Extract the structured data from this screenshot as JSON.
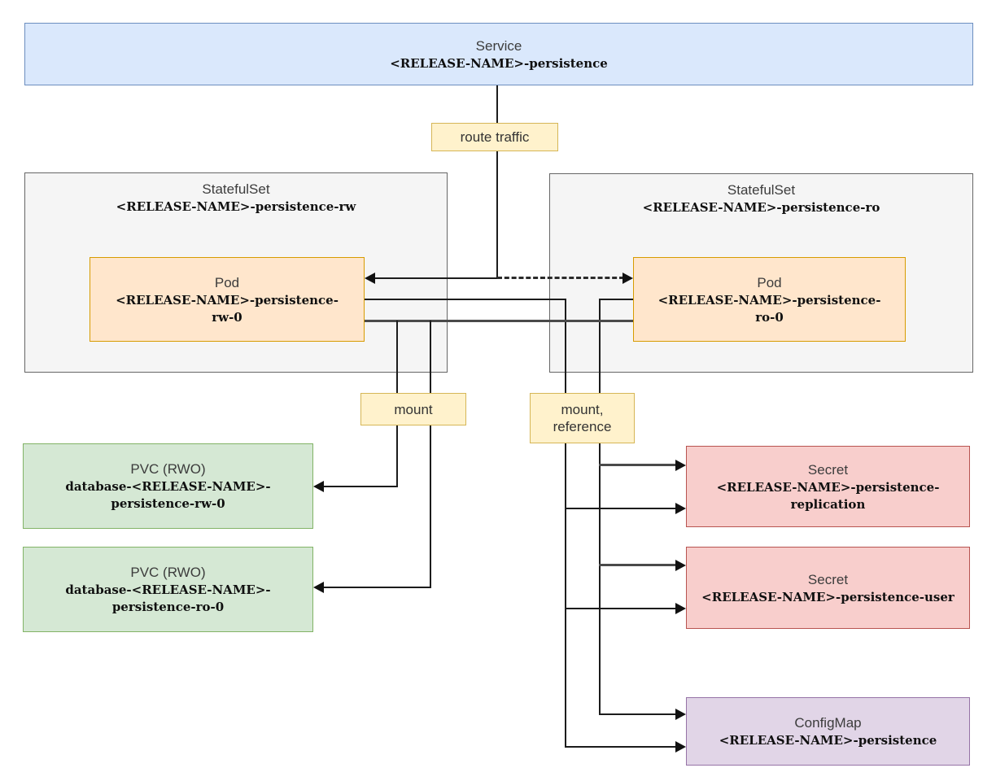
{
  "diagram": {
    "nodes": {
      "service": {
        "kind": "Service",
        "title": "Service",
        "name_lines": [
          "<RELEASE-NAME>-persistence"
        ]
      },
      "statefulset_rw": {
        "kind": "StatefulSet",
        "title": "StatefulSet",
        "name_lines": [
          "<RELEASE-NAME>-persistence-rw"
        ]
      },
      "statefulset_ro": {
        "kind": "StatefulSet",
        "title": "StatefulSet",
        "name_lines": [
          "<RELEASE-NAME>-persistence-ro"
        ]
      },
      "pod_rw": {
        "kind": "Pod",
        "title": "Pod",
        "name_lines": [
          "<RELEASE-NAME>-persistence-",
          "rw-0"
        ]
      },
      "pod_ro": {
        "kind": "Pod",
        "title": "Pod",
        "name_lines": [
          "<RELEASE-NAME>-persistence-",
          "ro-0"
        ]
      },
      "pvc_rw": {
        "kind": "PVC",
        "title": "PVC (RWO)",
        "name_lines": [
          "database-<RELEASE-NAME>-",
          "persistence-rw-0"
        ]
      },
      "pvc_ro": {
        "kind": "PVC",
        "title": "PVC (RWO)",
        "name_lines": [
          "database-<RELEASE-NAME>-",
          "persistence-ro-0"
        ]
      },
      "secret_replication": {
        "kind": "Secret",
        "title": "Secret",
        "name_lines": [
          "<RELEASE-NAME>-persistence-",
          "replication"
        ]
      },
      "secret_user": {
        "kind": "Secret",
        "title": "Secret",
        "name_lines": [
          "<RELEASE-NAME>-persistence-user"
        ]
      },
      "configmap": {
        "kind": "ConfigMap",
        "title": "ConfigMap",
        "name_lines": [
          "<RELEASE-NAME>-persistence"
        ]
      }
    },
    "edge_labels": {
      "route_traffic": {
        "lines": [
          "route traffic"
        ]
      },
      "mount": {
        "lines": [
          "mount"
        ]
      },
      "mount_reference": {
        "lines": [
          "mount,",
          "reference"
        ]
      }
    },
    "edges": [
      {
        "from": "service",
        "to": "pod_rw",
        "style": "solid",
        "label": "route traffic"
      },
      {
        "from": "service",
        "to": "pod_ro",
        "style": "dashed",
        "label": "route traffic"
      },
      {
        "from": "pod_rw",
        "to": "pvc_rw",
        "label": "mount"
      },
      {
        "from": "pod_ro",
        "to": "pvc_ro",
        "label": "mount"
      },
      {
        "from": "pod_rw",
        "to": "secret_replication",
        "label": "mount, reference"
      },
      {
        "from": "pod_rw",
        "to": "secret_user",
        "label": "mount, reference"
      },
      {
        "from": "pod_rw",
        "to": "configmap",
        "label": "mount, reference"
      },
      {
        "from": "pod_ro",
        "to": "secret_replication",
        "label": "mount, reference"
      },
      {
        "from": "pod_ro",
        "to": "secret_user",
        "label": "mount, reference"
      },
      {
        "from": "pod_ro",
        "to": "configmap",
        "label": "mount, reference"
      }
    ],
    "colors": {
      "service_fill": "#dae8fc",
      "service_stroke": "#6c8ebf",
      "statefulset_fill": "#f5f5f5",
      "statefulset_stroke": "#666666",
      "pod_fill": "#ffe6cc",
      "pod_stroke": "#d79b00",
      "label_fill": "#fff2cc",
      "label_stroke": "#d6b656",
      "pvc_fill": "#d5e8d4",
      "pvc_stroke": "#82b366",
      "secret_fill": "#f8cecc",
      "secret_stroke": "#b85450",
      "configmap_fill": "#e1d5e7",
      "configmap_stroke": "#9673a6",
      "line_color": "#1c1c1c",
      "background": "#ffffff"
    }
  }
}
